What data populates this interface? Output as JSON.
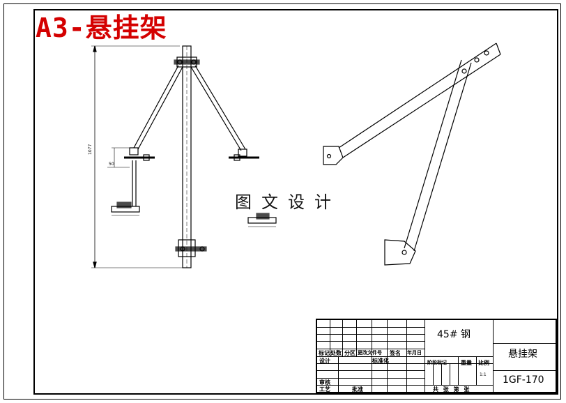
{
  "sheet": {
    "title": "A3-悬挂架",
    "watermark": "图文设计"
  },
  "dimensions": {
    "overall_height": "1077",
    "small_offset": "50"
  },
  "title_block": {
    "material": "45# 钢",
    "part_name": "悬挂架",
    "part_number": "1GF-170",
    "scale_value": "1:1",
    "headers": {
      "mark": "标记",
      "count": "处数",
      "zone": "分区",
      "change_doc": "更改文件号",
      "signature": "签名",
      "date": "年月日",
      "design": "设计",
      "standardization": "标准化",
      "stage_mark": "阶段标记",
      "weight": "重量",
      "scale": "比例",
      "review": "审核",
      "process": "工艺",
      "approve": "批准",
      "sheet_info": "共  张 第  张"
    }
  }
}
